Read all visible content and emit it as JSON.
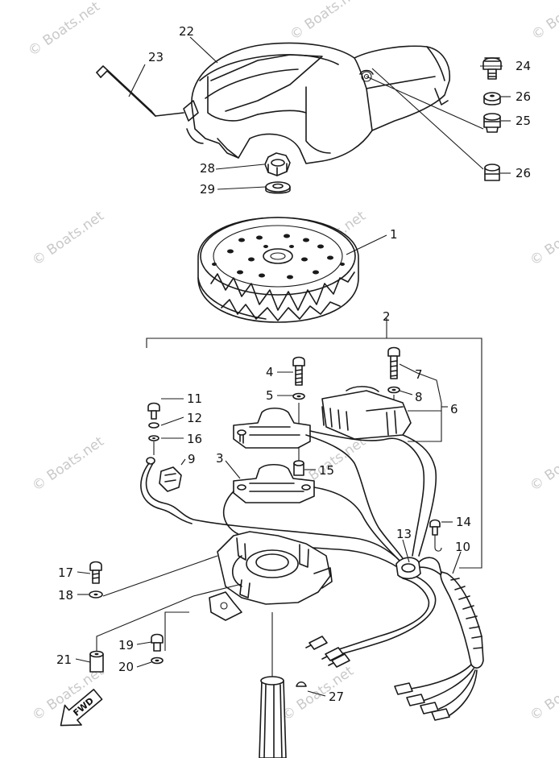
{
  "watermark": "© Boats.net",
  "direction_label": "FWD",
  "parts": {
    "p1": "1",
    "p2": "2",
    "p3": "3",
    "p4": "4",
    "p5": "5",
    "p6": "6",
    "p7": "7",
    "p8": "8",
    "p9": "9",
    "p10": "10",
    "p11": "11",
    "p12": "12",
    "p13": "13",
    "p14": "14",
    "p15": "15",
    "p16": "16",
    "p17": "17",
    "p18": "18",
    "p19": "19",
    "p20": "20",
    "p21": "21",
    "p22": "22",
    "p23": "23",
    "p24": "24",
    "p25": "25",
    "p26a": "26",
    "p26b": "26",
    "p27": "27",
    "p28": "28",
    "p29": "29"
  }
}
